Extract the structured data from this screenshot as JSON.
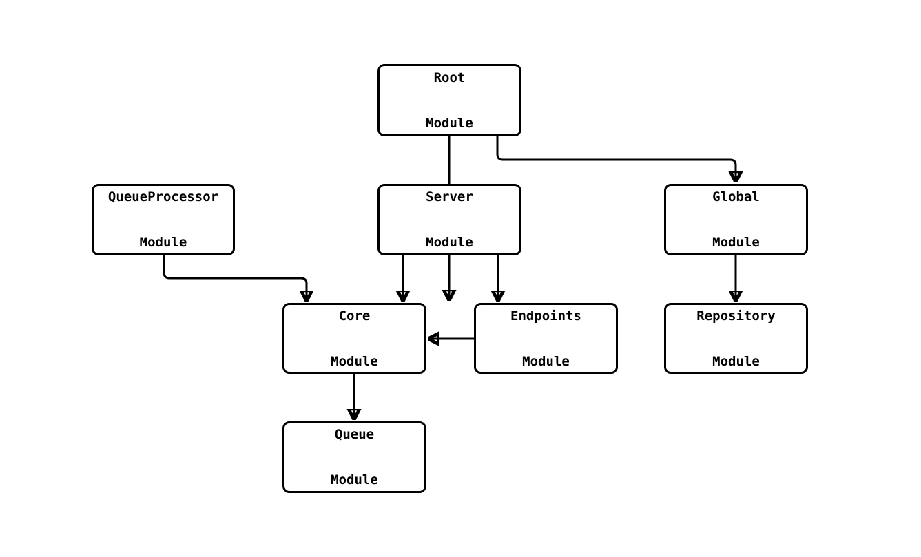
{
  "diagram": {
    "type": "flowchart",
    "description": "Module dependency graph",
    "nodes": [
      {
        "id": "root",
        "line1": "Root",
        "line2": "Module"
      },
      {
        "id": "queueprocessor",
        "line1": "QueueProcessor",
        "line2": "Module"
      },
      {
        "id": "server",
        "line1": "Server",
        "line2": "Module"
      },
      {
        "id": "global",
        "line1": "Global",
        "line2": "Module"
      },
      {
        "id": "core",
        "line1": "Core",
        "line2": "Module"
      },
      {
        "id": "endpoints",
        "line1": "Endpoints",
        "line2": "Module"
      },
      {
        "id": "repository",
        "line1": "Repository",
        "line2": "Module"
      },
      {
        "id": "queue",
        "line1": "Queue",
        "line2": "Module"
      }
    ],
    "edges": [
      {
        "from": "root",
        "to": "server"
      },
      {
        "from": "root",
        "to": "global"
      },
      {
        "from": "queueprocessor",
        "to": "core"
      },
      {
        "from": "server",
        "to": "core"
      },
      {
        "from": "server",
        "to": "endpoints"
      },
      {
        "from": "endpoints",
        "to": "core"
      },
      {
        "from": "global",
        "to": "repository"
      },
      {
        "from": "core",
        "to": "queue"
      }
    ],
    "colors": {
      "background": "#ffffff",
      "node_fill": "#ffffff",
      "stroke": "#000000",
      "text": "#000000"
    }
  }
}
